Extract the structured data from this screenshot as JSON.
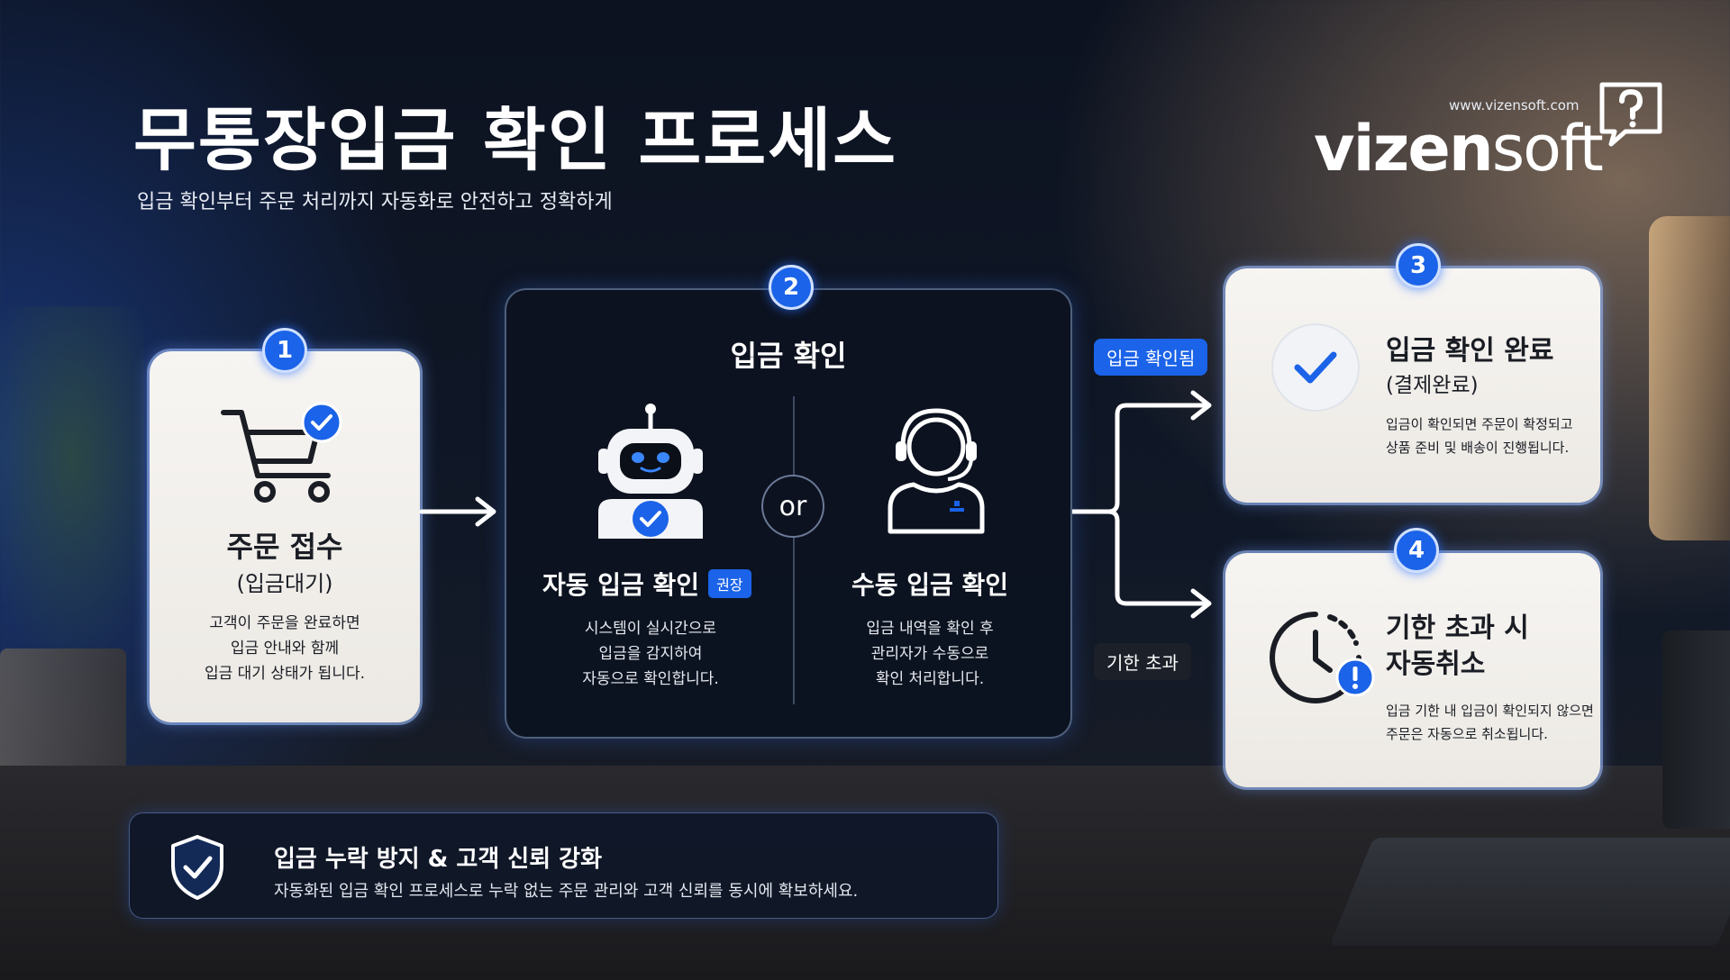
{
  "title": "무통장입금 확인 프로세스",
  "subtitle": "입금 확인부터 주문 처리까지 자동화로 안전하고 정확하게",
  "logo": {
    "url": "www.vizensoft.com",
    "brand_a": "vizen",
    "brand_b": "soft"
  },
  "steps": {
    "step1": {
      "number": "1",
      "title": "주문 접수",
      "subtitle": "(입금대기)",
      "lines": [
        "고객이 주문을 완료하면",
        "입금 안내와 함께",
        "입금 대기 상태가 됩니다."
      ]
    },
    "step2": {
      "number": "2",
      "title": "입금 확인",
      "or": "or",
      "auto": {
        "title": "자동 입금 확인",
        "tag": "권장",
        "lines": [
          "시스템이 실시간으로",
          "입금을 감지하여",
          "자동으로 확인합니다."
        ]
      },
      "manual": {
        "title": "수동 입금 확인",
        "lines": [
          "입금 내역을 확인 후",
          "관리자가 수동으로",
          "확인 처리합니다."
        ]
      }
    },
    "step3": {
      "number": "3",
      "title": "입금 확인 완료",
      "subtitle": "(결제완료)",
      "lines": [
        "입금이 확인되면 주문이 확정되고",
        "상품 준비 및 배송이 진행됩니다."
      ]
    },
    "step4": {
      "number": "4",
      "title_l1": "기한 초과 시",
      "title_l2": "자동취소",
      "lines": [
        "입금 기한 내 입금이 확인되지 않으면",
        "주문은 자동으로 취소됩니다."
      ]
    }
  },
  "branch_tags": {
    "confirmed": "입금 확인됨",
    "expired": "기한 초과"
  },
  "bottom": {
    "title": "입금 누락 방지 & 고객 신뢰 강화",
    "desc": "자동화된 입금 확인 프로세스로 누락 없는 주문 관리와 고객 신뢰를 동시에 확보하세요."
  },
  "colors": {
    "accent": "#1b63e8",
    "glow": "#6fa0ff"
  },
  "icons": [
    "cart-icon",
    "check-icon",
    "robot-icon",
    "operator-icon",
    "clock-icon",
    "alert-icon",
    "shield-icon",
    "chat-bubble-icon"
  ]
}
